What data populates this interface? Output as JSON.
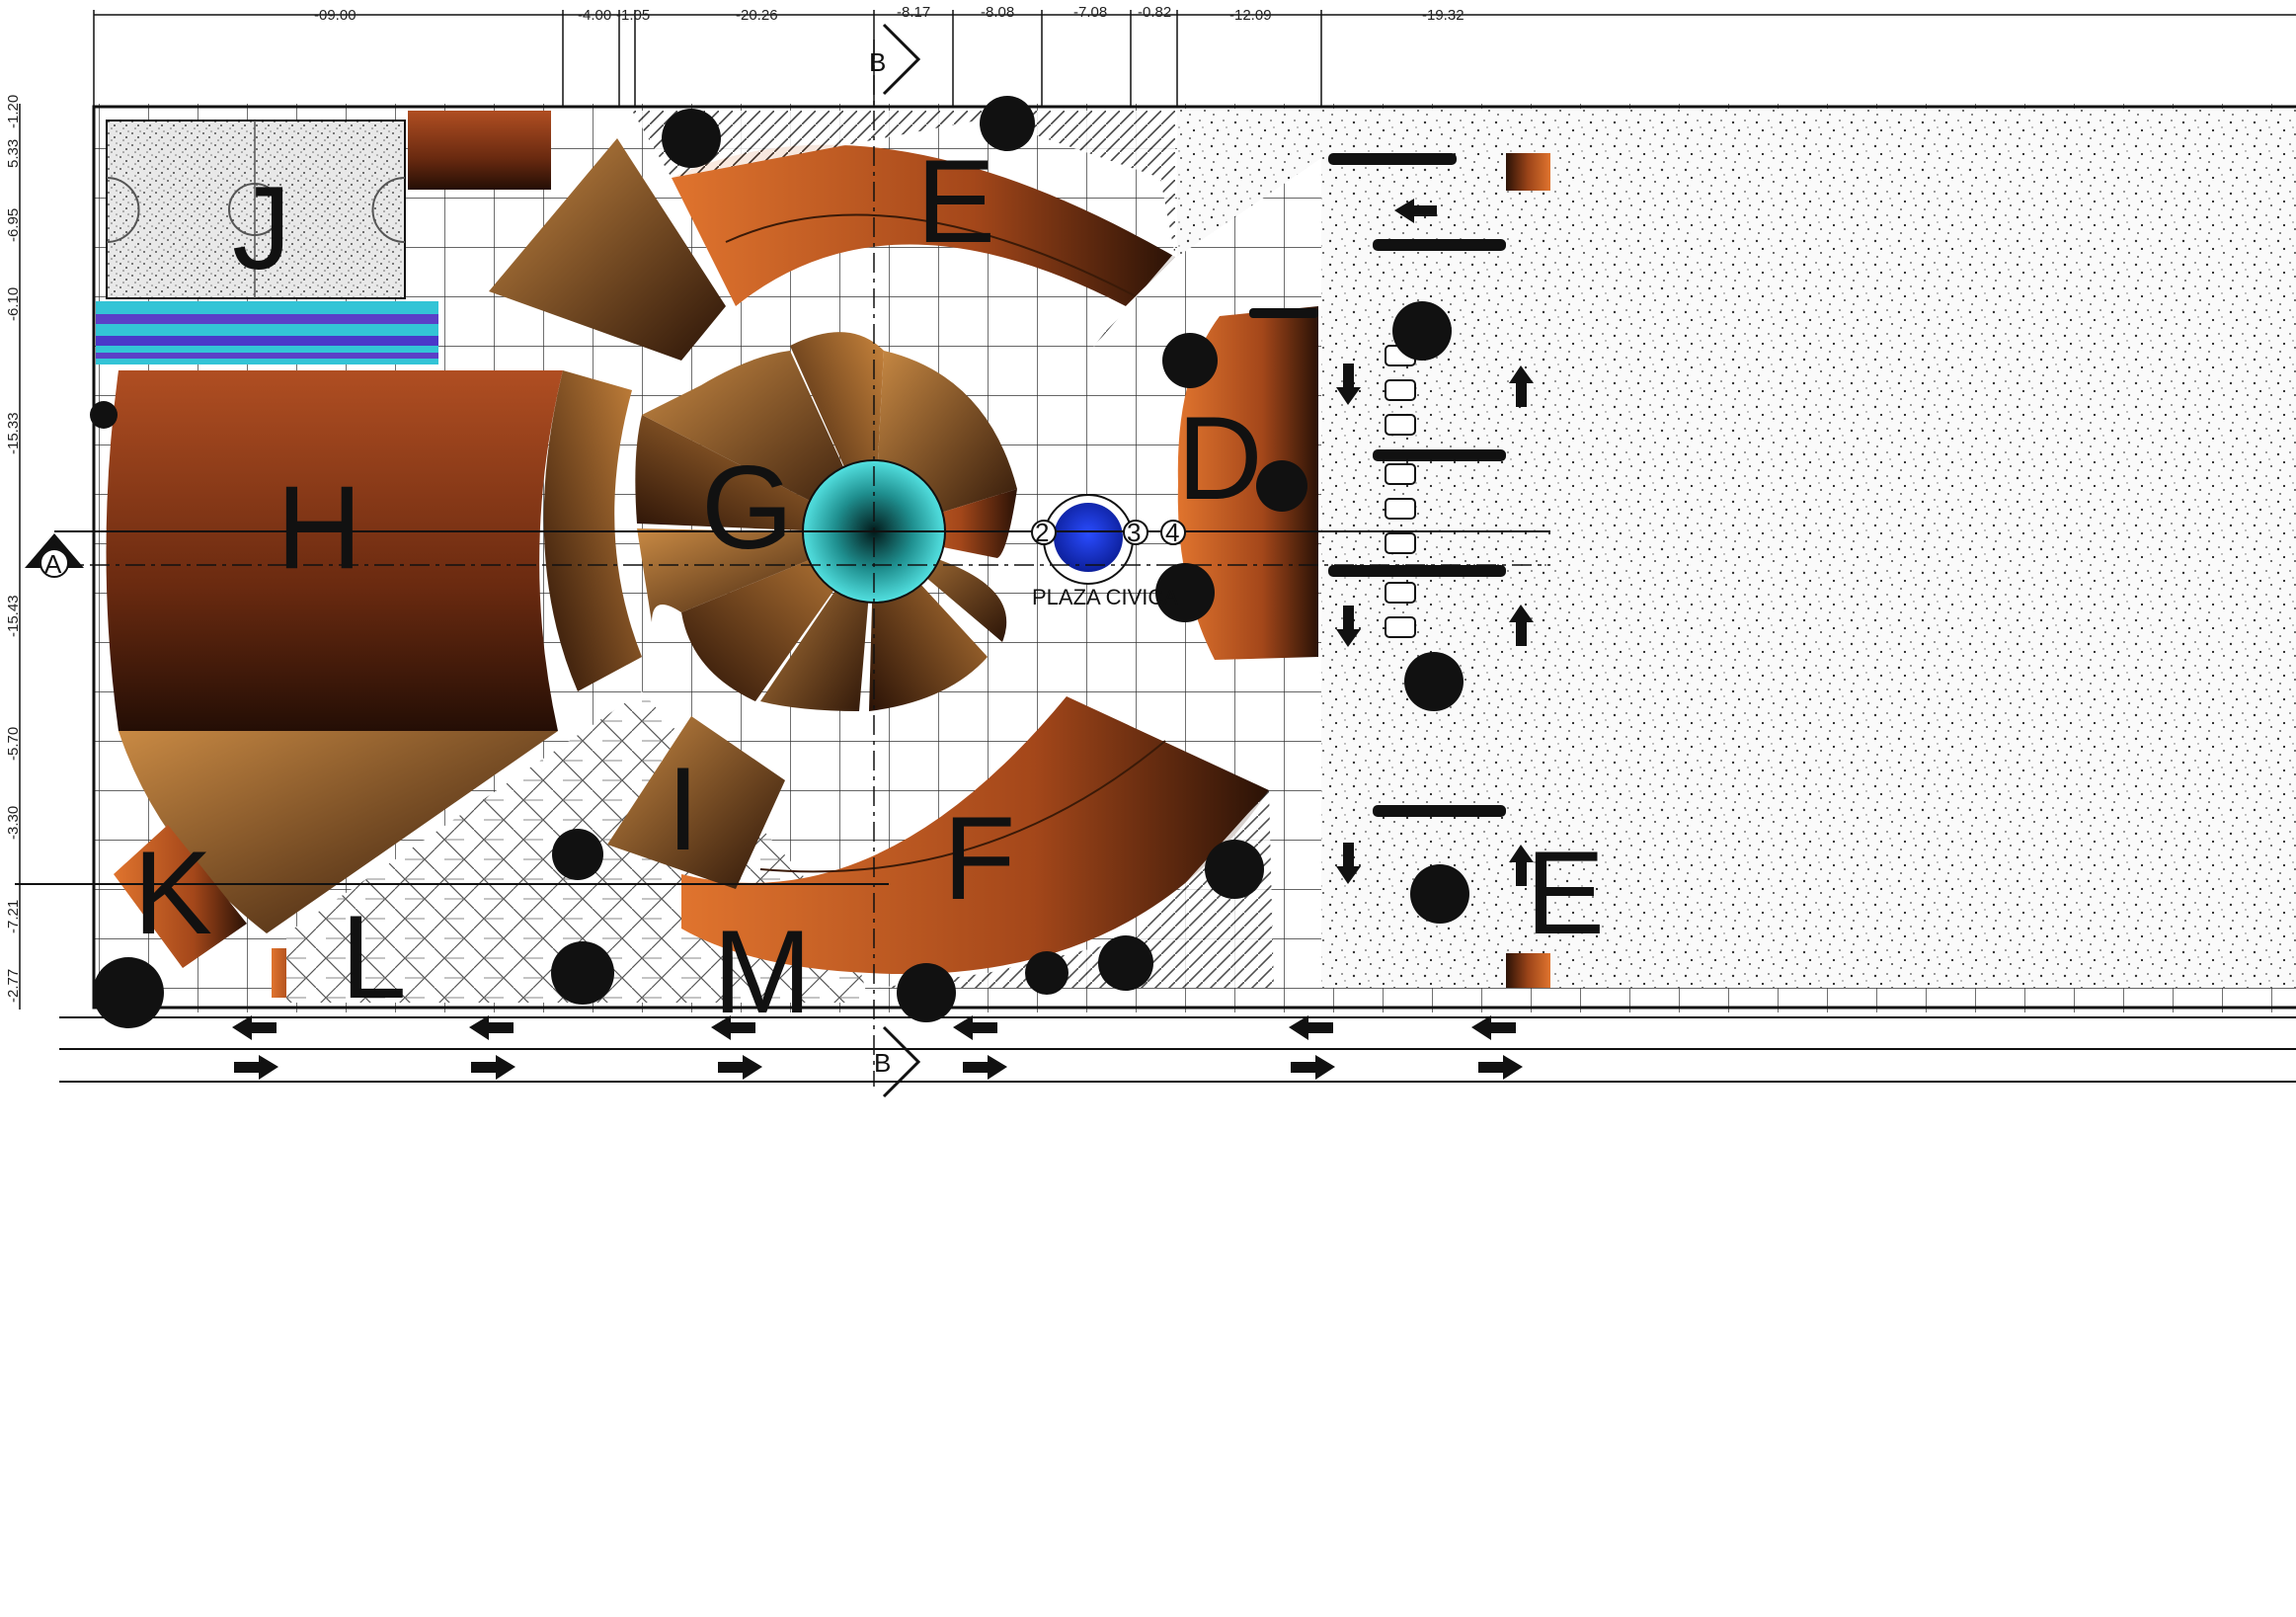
{
  "drawing": {
    "top_dimensions": [
      "-09.00",
      "-4.00",
      "-1.05",
      "-20.26",
      "-8.17",
      "-8.08",
      "-7.08",
      "-0.82",
      "-12.09",
      "-19.32"
    ],
    "left_dimensions": [
      "-1.20",
      "5.33",
      "-6.95",
      "-6.10",
      "-15.33",
      "-15.43",
      "-5.70",
      "-3.30",
      "-7.21",
      "-2.77"
    ],
    "zone_labels": {
      "E": "E",
      "D": "D",
      "G": "G",
      "H": "H",
      "J": "J",
      "I": "I",
      "F": "F",
      "K": "K",
      "L": "L",
      "M": "M",
      "edge": "E"
    },
    "plaza_label": "PLAZA CIVICA",
    "grid_markers": [
      "2",
      "3",
      "4"
    ],
    "section_markers": {
      "b_top": "B",
      "b_bottom": "B",
      "a_left": "A"
    },
    "colors": {
      "building_orange": "#d86a2a",
      "building_dark": "#2a1206",
      "fountain_teal": "#3fc7c7",
      "pool_blue": "#1d37c9",
      "stripe_cyan": "#33c4d6",
      "stripe_purple": "#5b3fc7",
      "tree_black": "#111111"
    }
  }
}
